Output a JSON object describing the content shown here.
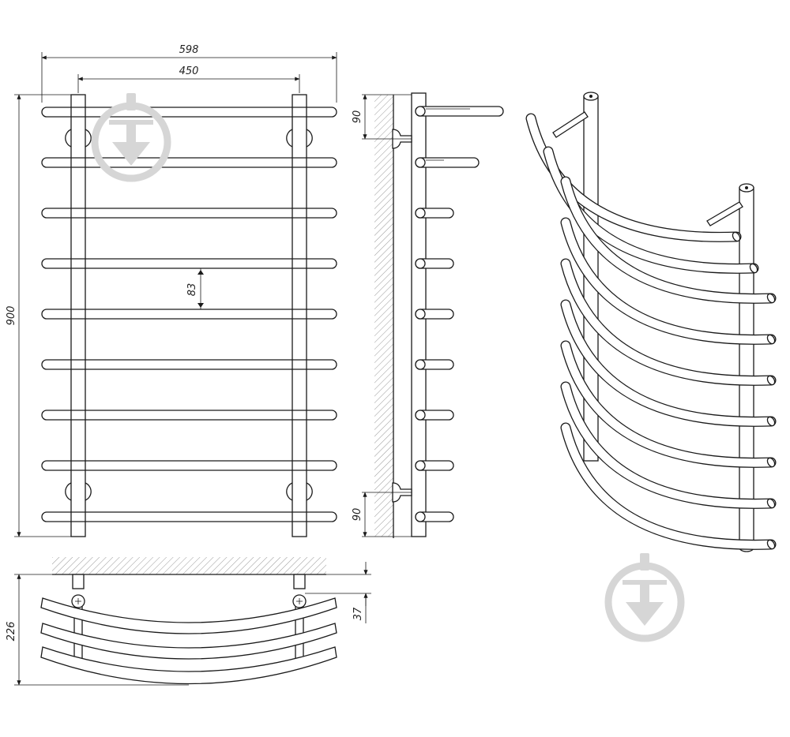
{
  "front_view": {
    "overall_width": "598",
    "center_distance": "450",
    "overall_height": "900",
    "bar_spacing": "83"
  },
  "side_view": {
    "top_offset": "90",
    "bottom_offset": "90"
  },
  "top_view": {
    "depth": "226",
    "wall_gap": "37"
  },
  "watermark": {
    "icon": "download-arrow-icon"
  }
}
